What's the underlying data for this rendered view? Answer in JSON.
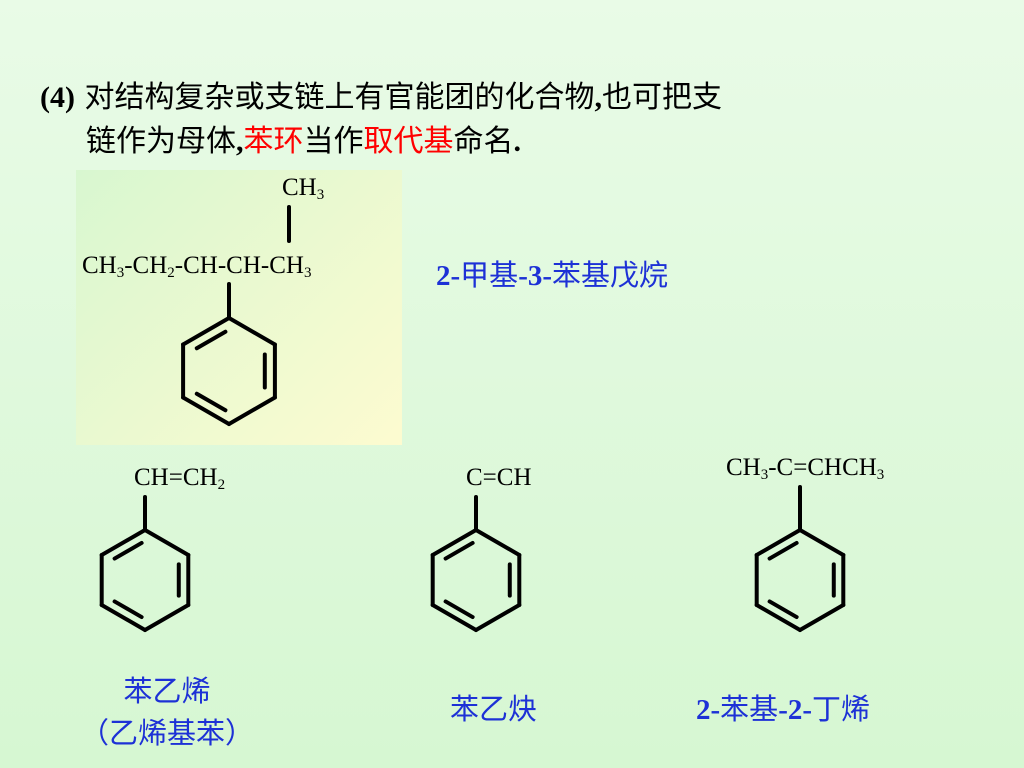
{
  "intro": {
    "number": "(4)",
    "text_a": " 对结构复杂或支链上有官能团的化合物",
    "comma1": ",",
    "text_b": "也可把支",
    "text_c": "链作为母体",
    "comma2": ",",
    "red1": "苯环",
    "text_d": "当作",
    "red2": "取代基",
    "text_e": "命名",
    "period": "."
  },
  "example1": {
    "top_group": "CH",
    "top_sub": "3",
    "chain": [
      "CH",
      "3",
      "-CH",
      "2",
      "-CH-CH-CH",
      "3"
    ],
    "name_parts": [
      "2-",
      "甲基",
      "-3-",
      "苯基戊烷"
    ]
  },
  "example2": {
    "formula": [
      "CH=CH",
      "2"
    ],
    "name_line1": "苯乙烯",
    "name_line2": "（乙烯基苯）"
  },
  "example3": {
    "formula": "C=CH",
    "name": "苯乙炔"
  },
  "example4": {
    "formula": [
      "CH",
      "3",
      "-C=CHCH",
      "3"
    ],
    "name_parts": [
      "2-",
      "苯基",
      "-2-",
      "丁烯"
    ]
  },
  "colors": {
    "highlight_red": "#ff0000",
    "name_blue": "#1d31d6",
    "panel": "#f4fad0"
  }
}
